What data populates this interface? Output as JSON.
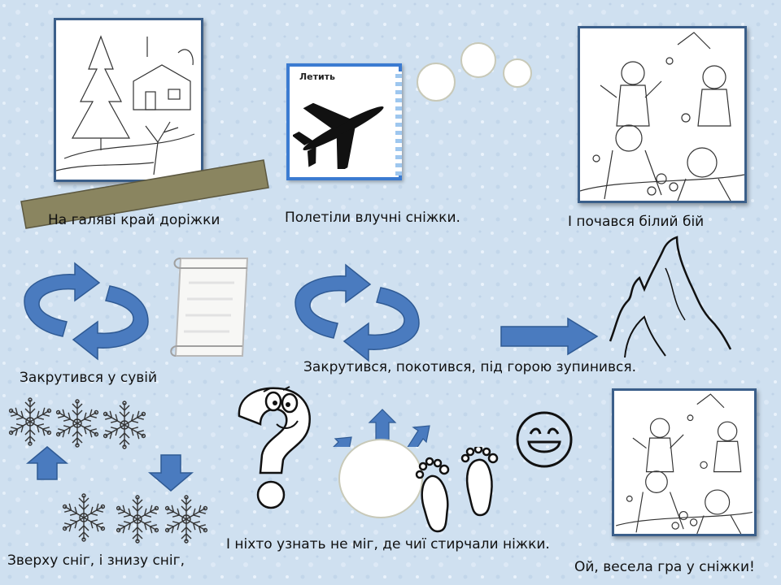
{
  "captions": {
    "c1": "На галяві край доріжки",
    "c2": "Полетіли влучні сніжки.",
    "c3": "І почався білий бій",
    "c4": "Закрутився у сувій",
    "c5": "Закрутився, покотився, під горою зупинився.",
    "c6": "Зверху сніг, і знизу сніг,",
    "c7": "І ніхто узнать не міг, де чиї стирчали ніжки.",
    "c8": "Ой, весела гра у сніжки!"
  },
  "card": {
    "title": "Летить"
  },
  "colors": {
    "background": "#cfe0f0",
    "arrow_blue": "#4a7bbf",
    "frame_blue": "#3b5f8a",
    "card_border": "#3b7bd1",
    "stick_olive": "#8a8560"
  },
  "icons": [
    "winter-house-drawing",
    "airplane-icon",
    "snowballs-icon",
    "snowball-fight-drawing",
    "cycle-arrows-icon",
    "scroll-icon",
    "mountain-icon",
    "right-arrow-icon",
    "snowflake-icon",
    "question-mark-icon",
    "snowball-icon",
    "footprints-icon",
    "smiley-icon",
    "snowball-fight-drawing-2"
  ]
}
